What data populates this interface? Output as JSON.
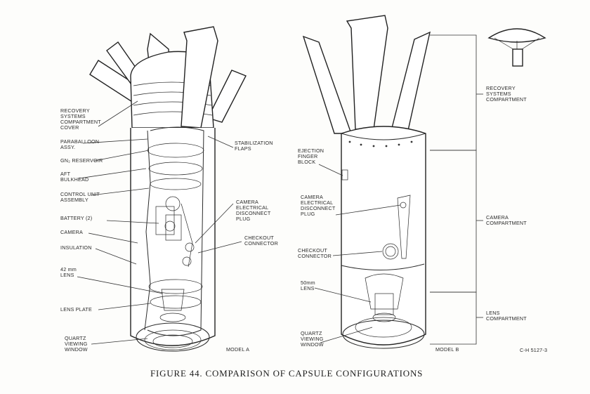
{
  "model_a": {
    "name": "MODEL A",
    "labels": [
      [
        "RECOVERY",
        "SYSTEMS",
        "COMPARTMENT",
        "COVER"
      ],
      [
        "PARABALLOON",
        "ASSY."
      ],
      [
        "GN₂ RESERVOIR"
      ],
      [
        "AFT",
        "BULKHEAD"
      ],
      [
        "CONTROL UNIT",
        "ASSEMBLY"
      ],
      [
        "BATTERY (2)"
      ],
      [
        "CAMERA"
      ],
      [
        "INSULATION"
      ],
      [
        "42 mm",
        "LENS"
      ],
      [
        "LENS PLATE"
      ],
      [
        "QUARTZ",
        "VIEWING",
        "WINDOW"
      ]
    ],
    "right_labels": [
      [
        "STABILIZATION",
        "FLAPS"
      ],
      [
        "CAMERA",
        "ELECTRICAL",
        "DISCONNECT",
        "PLUG"
      ],
      [
        "CHECKOUT",
        "CONNECTOR"
      ]
    ]
  },
  "model_b": {
    "name": "MODEL B",
    "labels": [
      [
        "EJECTION",
        "FINGER",
        "BLOCK"
      ],
      [
        "CAMERA",
        "ELECTRICAL",
        "DISCONNECT",
        "PLUG"
      ],
      [
        "CHECKOUT",
        "CONNECTOR"
      ],
      [
        "50mm",
        "LENS"
      ],
      [
        "QUARTZ",
        "VIEWING",
        "WINDOW"
      ]
    ],
    "compartments": [
      [
        "RECOVERY",
        "SYSTEMS",
        "COMPARTMENT"
      ],
      [
        "CAMERA",
        "COMPARTMENT"
      ],
      [
        "LENS",
        "COMPARTMENT"
      ]
    ]
  },
  "figure_code": "C-H 5127-3",
  "caption": "FIGURE 44. COMPARISON OF CAPSULE CONFIGURATIONS"
}
